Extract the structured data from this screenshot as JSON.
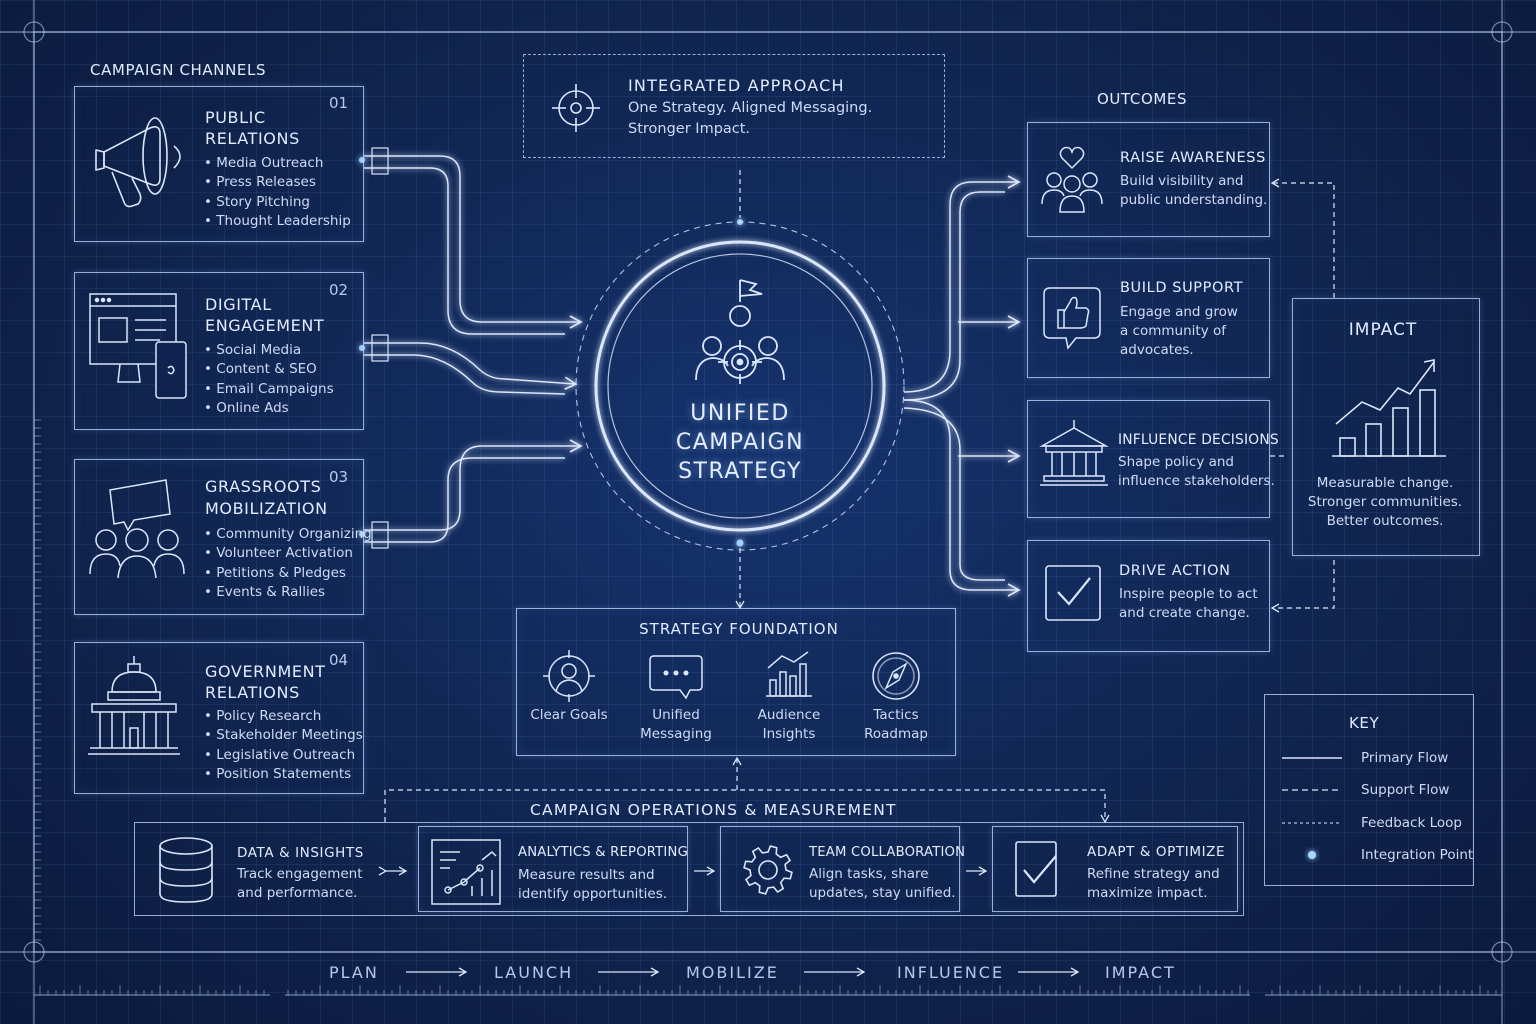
{
  "channels": {
    "title": "CAMPAIGN CHANNELS",
    "items": [
      {
        "num": "01",
        "title": [
          "PUBLIC",
          "RELATIONS"
        ],
        "icon": "megaphone-icon",
        "bullets": [
          "Media Outreach",
          "Press Releases",
          "Story Pitching",
          "Thought Leadership"
        ]
      },
      {
        "num": "02",
        "title": [
          "DIGITAL",
          "ENGAGEMENT"
        ],
        "icon": "devices-icon",
        "bullets": [
          "Social Media",
          "Content & SEO",
          "Email Campaigns",
          "Online Ads"
        ]
      },
      {
        "num": "03",
        "title": [
          "GRASSROOTS",
          "MOBILIZATION"
        ],
        "icon": "community-icon",
        "bullets": [
          "Community Organizing",
          "Volunteer Activation",
          "Petitions & Pledges",
          "Events & Rallies"
        ]
      },
      {
        "num": "04",
        "title": [
          "GOVERNMENT",
          "RELATIONS"
        ],
        "icon": "capitol-icon",
        "bullets": [
          "Policy Research",
          "Stakeholder Meetings",
          "Legislative Outreach",
          "Position Statements"
        ]
      }
    ]
  },
  "integrated": {
    "title": "INTEGRATED APPROACH",
    "line1": "One Strategy.  Aligned Messaging.",
    "line2": "Stronger Impact."
  },
  "center": {
    "lines": [
      "UNIFIED",
      "CAMPAIGN",
      "STRATEGY"
    ]
  },
  "foundation": {
    "title": "STRATEGY FOUNDATION",
    "items": [
      {
        "label": [
          "Clear Goals"
        ],
        "icon": "target-person-icon"
      },
      {
        "label": [
          "Unified",
          "Messaging"
        ],
        "icon": "chat-bubble-icon"
      },
      {
        "label": [
          "Audience",
          "Insights"
        ],
        "icon": "bar-chart-icon"
      },
      {
        "label": [
          "Tactics",
          "Roadmap"
        ],
        "icon": "compass-icon"
      }
    ]
  },
  "outcomes": {
    "title": "OUTCOMES",
    "items": [
      {
        "title": "RAISE AWARENESS",
        "desc": [
          "Build visibility and",
          "public understanding."
        ],
        "icon": "people-heart-icon"
      },
      {
        "title": "BUILD SUPPORT",
        "desc": [
          "Engage and grow",
          "a community of",
          "advocates."
        ],
        "icon": "thumbs-up-icon"
      },
      {
        "title": "INFLUENCE DECISIONS",
        "desc": [
          "Shape policy and",
          "influence stakeholders."
        ],
        "icon": "institution-icon"
      },
      {
        "title": "DRIVE ACTION",
        "desc": [
          "Inspire people to act",
          "and create change."
        ],
        "icon": "checkbox-icon"
      }
    ]
  },
  "impact": {
    "title": "IMPACT",
    "desc": [
      "Measurable change.",
      "Stronger communities.",
      "Better outcomes."
    ]
  },
  "operations": {
    "title": "CAMPAIGN OPERATIONS & MEASUREMENT",
    "items": [
      {
        "title": "DATA & INSIGHTS",
        "desc": [
          "Track engagement",
          "and performance."
        ],
        "icon": "database-icon"
      },
      {
        "title": "ANALYTICS & REPORTING",
        "desc": [
          "Measure results and",
          "identify opportunities."
        ],
        "icon": "analytics-icon"
      },
      {
        "title": "TEAM COLLABORATION",
        "desc": [
          "Align tasks, share",
          "updates, stay unified."
        ],
        "icon": "gear-icon"
      },
      {
        "title": "ADAPT & OPTIMIZE",
        "desc": [
          "Refine strategy and",
          "maximize impact."
        ],
        "icon": "checkbox-icon"
      }
    ]
  },
  "key": {
    "title": "KEY",
    "items": [
      "Primary Flow",
      "Support Flow",
      "Feedback Loop",
      "Integration Point"
    ]
  },
  "timeline": [
    "PLAN",
    "LAUNCH",
    "MOBILIZE",
    "INFLUENCE",
    "IMPACT"
  ],
  "colors": {
    "background": "#0f2350",
    "line": "#dbe6fb",
    "glow": "#7fb6ff"
  }
}
